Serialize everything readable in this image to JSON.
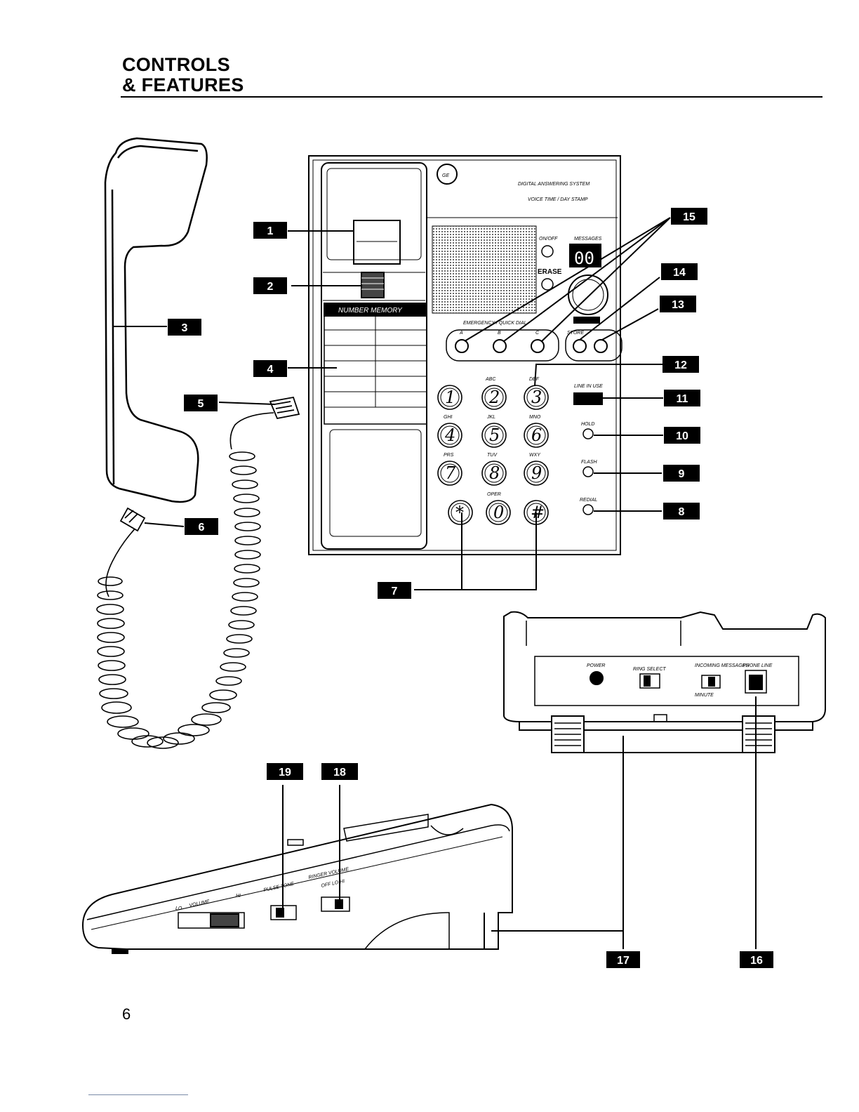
{
  "header": {
    "title_line1": "CONTROLS",
    "title_line2": "& FEATURES"
  },
  "footer": {
    "page_number": "6"
  },
  "device": {
    "brand_logo": "GE",
    "product_line1": "DIGITAL ANSWERING SYSTEM",
    "product_line2": "VOICE TIME / DAY STAMP",
    "on_off": "ON/OFF",
    "messages": "MESSAGES",
    "counter": "00",
    "erase": "ERASE",
    "emergency": "EMERGENCY / QUICK DIAL",
    "quick_a": "A",
    "quick_b": "B",
    "quick_c": "C",
    "store": "STORE",
    "line_in_use": "LINE IN USE",
    "hold": "HOLD",
    "flash": "FLASH",
    "redial": "REDIAL",
    "number_memory": "NUMBER MEMORY",
    "keys": [
      "1",
      "2",
      "3",
      "4",
      "5",
      "6",
      "7",
      "8",
      "9",
      "*",
      "0",
      "#"
    ],
    "key_letters": [
      "ABC",
      "DEF",
      "GHI",
      "JKL",
      "MNO",
      "PRS",
      "TUV",
      "WXY",
      "OPER"
    ]
  },
  "back_panel": {
    "power": "POWER",
    "ring_select": "RING SELECT",
    "incoming_messages": "INCOMING MESSAGES",
    "minute": "MINUTE",
    "phone_line": "PHONE LINE"
  },
  "side_view": {
    "volume": "VOLUME",
    "lo": "LO",
    "hi": "HI",
    "pulse_tone": "PULSE TONE",
    "ringer_volume": "RINGER VOLUME",
    "off_lo_hi": "OFF LO HI"
  },
  "callouts": [
    "1",
    "2",
    "3",
    "4",
    "5",
    "6",
    "7",
    "8",
    "9",
    "10",
    "11",
    "12",
    "13",
    "14",
    "15",
    "16",
    "17",
    "18",
    "19"
  ],
  "colors": {
    "ink": "#000000",
    "paper": "#ffffff",
    "tag_bg": "#000000"
  }
}
